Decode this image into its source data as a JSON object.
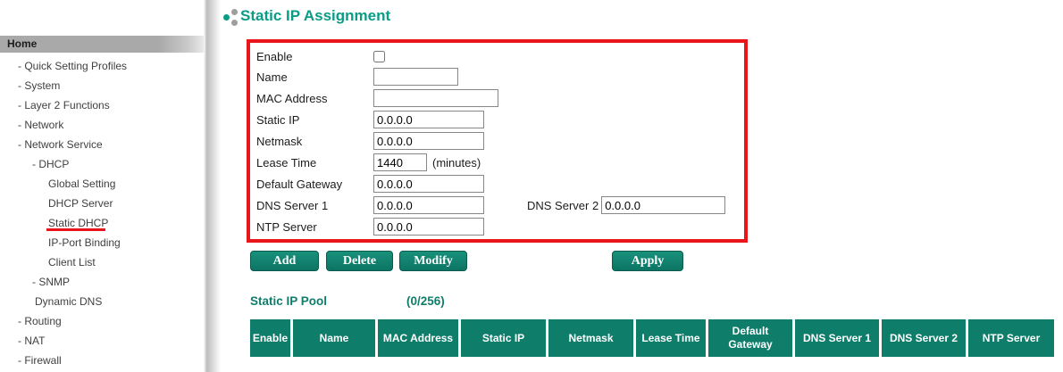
{
  "page_title": "Static IP Assignment",
  "sidebar": {
    "home_label": "Home",
    "items": [
      {
        "label": "- Quick Setting Profiles"
      },
      {
        "label": "- System"
      },
      {
        "label": "- Layer 2 Functions"
      },
      {
        "label": "- Network"
      },
      {
        "label": "- Network Service"
      },
      {
        "label": "- DHCP"
      },
      {
        "label": "Global Setting"
      },
      {
        "label": "DHCP Server"
      },
      {
        "label": "Static DHCP"
      },
      {
        "label": "IP-Port Binding"
      },
      {
        "label": "Client List"
      },
      {
        "label": "- SNMP"
      },
      {
        "label": "Dynamic DNS"
      },
      {
        "label": "- Routing"
      },
      {
        "label": "- NAT"
      },
      {
        "label": "- Firewall"
      }
    ]
  },
  "form": {
    "enable_label": "Enable",
    "name_label": "Name",
    "name_value": "",
    "mac_label": "MAC Address",
    "mac_value": "",
    "static_ip_label": "Static IP",
    "static_ip_value": "0.0.0.0",
    "netmask_label": "Netmask",
    "netmask_value": "0.0.0.0",
    "lease_label": "Lease Time",
    "lease_value": "1440",
    "lease_unit": "(minutes)",
    "gateway_label": "Default Gateway",
    "gateway_value": "0.0.0.0",
    "dns1_label": "DNS Server 1",
    "dns1_value": "0.0.0.0",
    "dns2_label": "DNS Server 2",
    "dns2_value": "0.0.0.0",
    "ntp_label": "NTP Server",
    "ntp_value": "0.0.0.0"
  },
  "buttons": {
    "add": "Add",
    "delete": "Delete",
    "modify": "Modify",
    "apply": "Apply"
  },
  "pool": {
    "title": "Static IP Pool",
    "count": "(0/256)"
  },
  "table": {
    "headers": [
      "Enable",
      "Name",
      "MAC Address",
      "Static IP",
      "Netmask",
      "Lease Time",
      "Default\nGateway",
      "DNS Server 1",
      "DNS Server 2",
      "NTP Server"
    ]
  },
  "colors": {
    "accent_teal": "#0e7e6b",
    "title_teal": "#0a9c85",
    "highlight_red": "#e8151a"
  }
}
